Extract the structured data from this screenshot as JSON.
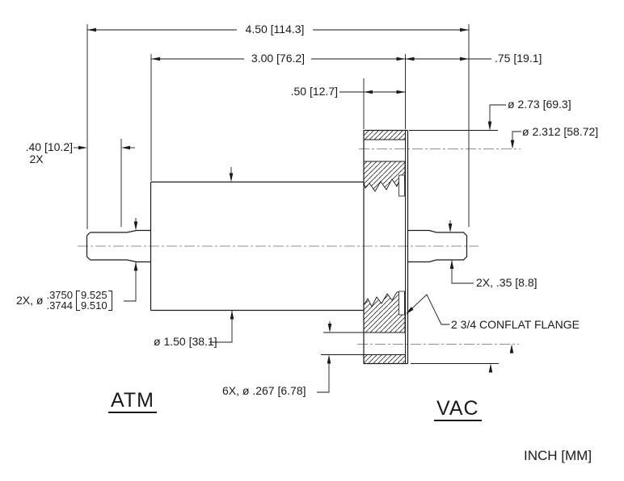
{
  "drawing": {
    "units_note": "INCH [MM]",
    "side_labels": {
      "left": "ATM",
      "right": "VAC"
    },
    "dims": {
      "overall_length": "4.50 [114.3]",
      "body_length": "3.00 [76.2]",
      "flange_to_end": ".75 [19.1]",
      "flange_thickness": ".50 [12.7]",
      "end_section_length": ".40 [10.2]",
      "end_section_qty": "2X",
      "flange_od": "ø 2.73 [69.3]",
      "bolt_circle_dia": "ø 2.312 [58.72]",
      "body_dia": "ø 1.50 [38.1]",
      "right_end_length": "2X, .35 [8.8]",
      "bolt_holes": "6X, ø .267 [6.78]",
      "flange_note": "2 3/4 CONFLAT FLANGE",
      "shaft_dia": {
        "prefix": "2X, ø",
        "inch_upper": ".3750",
        "inch_lower": ".3744",
        "mm_upper": "9.525",
        "mm_lower": "9.510"
      }
    }
  }
}
